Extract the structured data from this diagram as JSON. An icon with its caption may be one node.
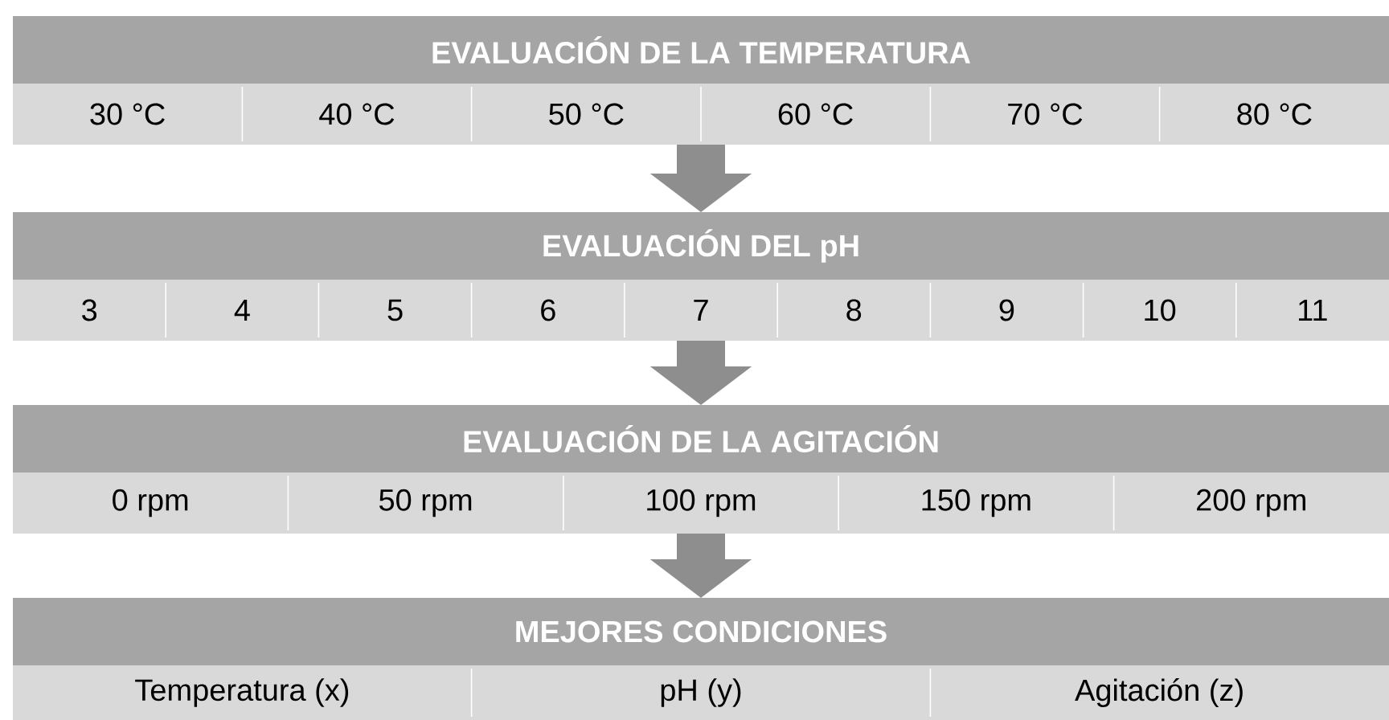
{
  "diagram": {
    "nodes": [
      {
        "text": [
          "EVALUACIÓN DE LA TEMPERATURA"
        ]
      },
      {
        "text": [
          "30 °C",
          "40 °C",
          "50 °C",
          "60 °C",
          "70 °C",
          "80 °C"
        ]
      },
      {
        "text": [
          "EVALUACIÓN DEL pH"
        ]
      },
      {
        "text": [
          "3",
          "4",
          "5",
          "6",
          "7",
          "8",
          "9",
          "10",
          "11"
        ]
      },
      {
        "text": [
          "EVALUACIÓN DE LA AGITACIÓN"
        ]
      },
      {
        "text": [
          "0 rpm",
          "50 rpm",
          "100 rpm",
          "150 rpm",
          "200 rpm"
        ]
      },
      {
        "text": [
          "MEJORES CONDICIONES"
        ]
      },
      {
        "text": [
          "Temperatura (x)",
          "pH (y)",
          "Agitación (z)"
        ]
      }
    ],
    "edges": [
      {
        "from": 1,
        "to": 2,
        "arrow": "to"
      },
      {
        "from": 3,
        "to": 4,
        "arrow": "to"
      },
      {
        "from": 5,
        "to": 6,
        "arrow": "to"
      }
    ]
  }
}
